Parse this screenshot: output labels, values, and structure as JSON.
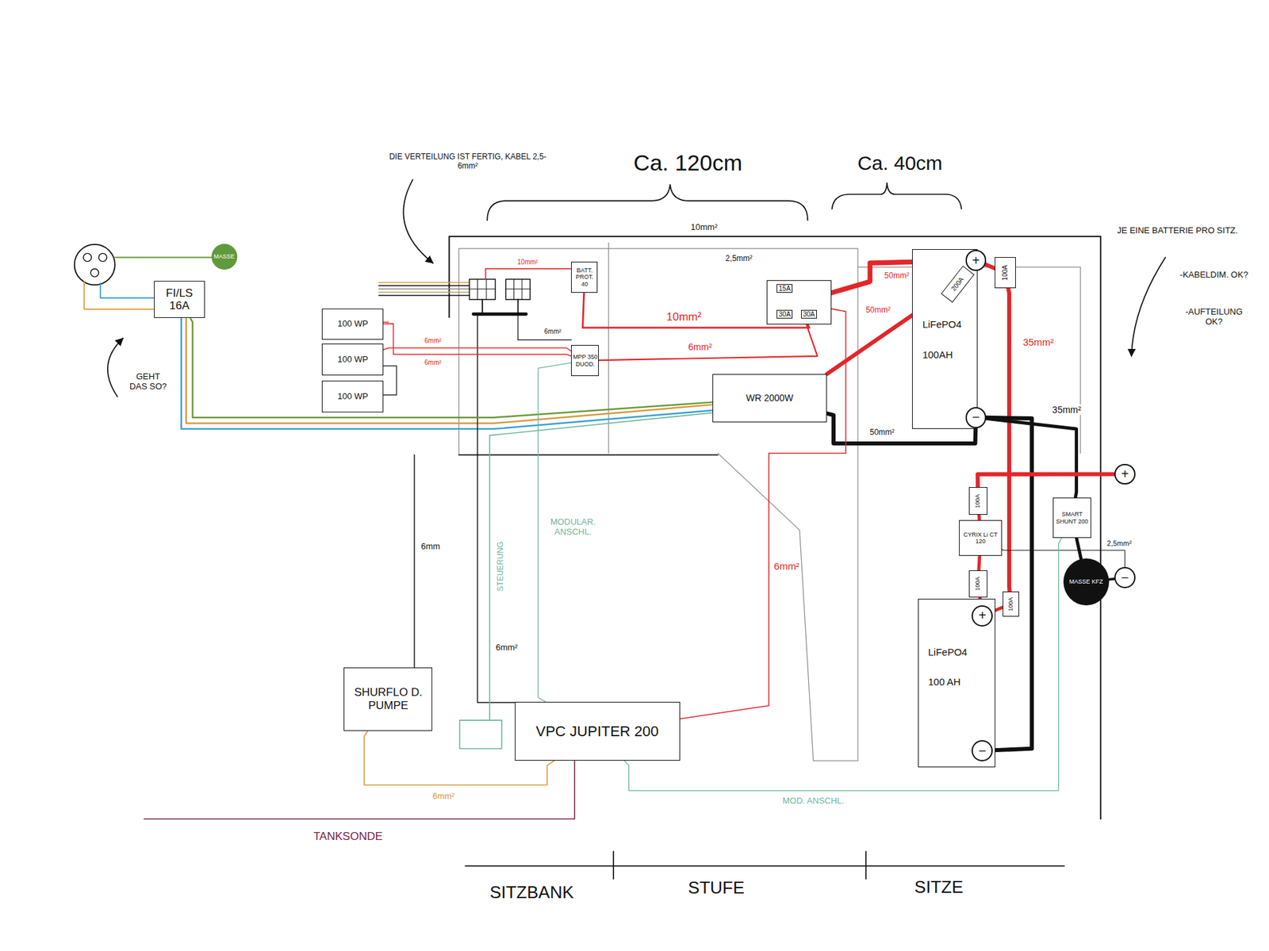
{
  "diagram": {
    "nodes": [
      {
        "text": [
          "MASSE"
        ]
      },
      {
        "text": [
          "FI/LS 16A"
        ]
      },
      {
        "text": [
          "100 WP"
        ]
      },
      {
        "text": [
          "100 WP"
        ]
      },
      {
        "text": [
          "100 WP"
        ]
      },
      {
        "text": [
          "BATT. PROT. 40"
        ]
      },
      {
        "text": [
          "MPP 350 DUOD."
        ]
      },
      {
        "text": [
          "15A",
          "30A",
          "30A"
        ]
      },
      {
        "text": [
          "WR 2000W"
        ]
      },
      {
        "text": [
          "LiFePO4",
          "100AH"
        ]
      },
      {
        "text": [
          "+"
        ],
        "in": 9
      },
      {
        "text": [
          "−"
        ],
        "in": 9
      },
      {
        "text": [
          "200A"
        ]
      },
      {
        "text": [
          "100A"
        ]
      },
      {
        "text": [
          "+"
        ]
      },
      {
        "text": [
          "100A"
        ]
      },
      {
        "text": [
          "CYRIX Li CT 120"
        ]
      },
      {
        "text": [
          "SMART SHUNT 200"
        ]
      },
      {
        "text": [
          "100A"
        ]
      },
      {
        "text": [
          "100A"
        ]
      },
      {
        "text": [
          "MASSE KFZ"
        ]
      },
      {
        "text": [
          "−"
        ]
      },
      {
        "text": [
          "LiFePO4",
          "100 AH"
        ]
      },
      {
        "text": [
          "+"
        ],
        "in": 22
      },
      {
        "text": [
          "−"
        ],
        "in": 22
      },
      {
        "text": [
          "SHURFLO D. PUMPE"
        ]
      },
      {
        "text": [
          "VPC JUPITER 200"
        ]
      }
    ],
    "edges": [
      {
        "from": 1,
        "to": 8,
        "arrow": "none"
      },
      {
        "from": 3,
        "to": 6,
        "label": "6mm²",
        "arrow": "none"
      },
      {
        "from": 2,
        "to": 6,
        "label": "6mm²",
        "arrow": "none"
      },
      {
        "from": 5,
        "to": 7,
        "label": "10mm²",
        "arrow": "none"
      },
      {
        "from": 6,
        "to": 7,
        "label": "6mm²",
        "arrow": "none"
      },
      {
        "from": 7,
        "to": 10,
        "label": "50mm²",
        "arrow": "none"
      },
      {
        "from": 8,
        "to": 12,
        "label": "50mm²",
        "arrow": "none"
      },
      {
        "from": 12,
        "to": 10,
        "arrow": "none"
      },
      {
        "from": 8,
        "to": 11,
        "label": "50mm²",
        "arrow": "none"
      },
      {
        "from": 10,
        "to": 13,
        "arrow": "none"
      },
      {
        "from": 13,
        "to": 19,
        "label": "35mm²",
        "arrow": "none"
      },
      {
        "from": 19,
        "to": 23,
        "arrow": "none"
      },
      {
        "from": 11,
        "to": 24,
        "label": "35mm²",
        "arrow": "none"
      },
      {
        "from": 11,
        "to": 17,
        "arrow": "none"
      },
      {
        "from": 17,
        "to": 20,
        "arrow": "none"
      },
      {
        "from": 14,
        "to": 15,
        "arrow": "none"
      },
      {
        "from": 15,
        "to": 16,
        "arrow": "none"
      },
      {
        "from": 16,
        "to": 18,
        "arrow": "none"
      },
      {
        "from": 18,
        "to": 23,
        "arrow": "none"
      },
      {
        "from": 16,
        "to": 21,
        "label": "2,5mm²",
        "arrow": "none"
      },
      {
        "from": 20,
        "to": 21,
        "arrow": "none"
      },
      {
        "from": 25,
        "to": 26,
        "label": "6mm²",
        "arrow": "none"
      },
      {
        "from": 26,
        "to": 7,
        "label": "6mm²",
        "arrow": "none"
      },
      {
        "from": 6,
        "to": 26,
        "arrow": "none"
      },
      {
        "from": 26,
        "to": 17,
        "label": "MOD. ANSCHL.",
        "arrow": "none"
      }
    ],
    "labels": [
      "DIE VERTEILUNG IST FERTIG, KABEL 2,5-6mm²",
      "Ca. 120cm",
      "Ca. 40cm",
      "10mm²",
      "2,5mm²",
      "10mm²",
      "6mm²",
      "6mm",
      "STEUERUNG",
      "MODULAR. ANSCHL.",
      "6mm²",
      "TANKSONDE",
      "GEHT DAS SO?",
      "JE EINE BATTERIE PRO SITZ.",
      "-KABELDIM. OK?",
      "-AUFTEILUNG OK?",
      "SITZBANK",
      "STUFE",
      "SITZE"
    ]
  }
}
